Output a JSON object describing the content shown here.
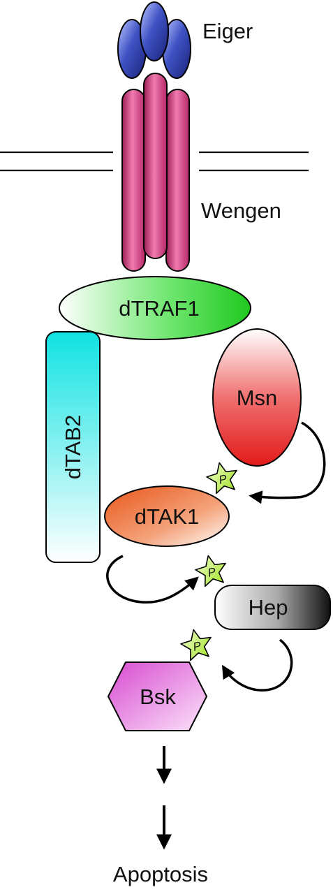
{
  "nodes": {
    "eiger": {
      "label": "Eiger",
      "color": "#2f3fa8"
    },
    "wengen": {
      "label": "Wengen",
      "color": "#d63f80"
    },
    "dtraf1": {
      "label": "dTRAF1",
      "color": "#3ad13a"
    },
    "dtab2": {
      "label": "dTAB2",
      "color": "#22dede"
    },
    "msn": {
      "label": "Msn",
      "color": "#e83232"
    },
    "dtak1": {
      "label": "dTAK1",
      "color": "#ec6a2a"
    },
    "hep": {
      "label": "Hep",
      "color": "#222222"
    },
    "bsk": {
      "label": "Bsk",
      "color": "#e070d8"
    }
  },
  "phospho_marker": {
    "label": "P",
    "color": "#c9f04a"
  },
  "outcome": {
    "label": "Apoptosis"
  }
}
